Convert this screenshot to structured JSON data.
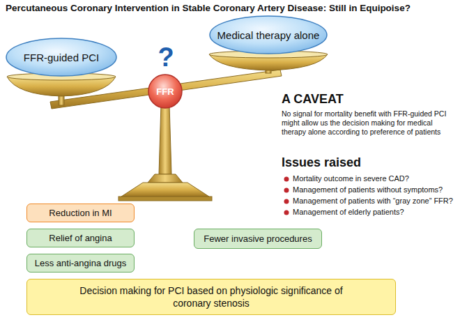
{
  "diagram": {
    "title": "Percutaneous Coronary Intervention in Stable Coronary Artery Disease: Still in Equipoise?",
    "nodes": [
      {
        "text": [
          "FFR-guided PCI"
        ]
      },
      {
        "text": [
          "Medical therapy alone"
        ]
      },
      {
        "text": [
          "FFR"
        ]
      },
      {
        "text": [
          "Reduction in MI"
        ]
      },
      {
        "text": [
          "Relief of angina"
        ]
      },
      {
        "text": [
          "Fewer invasive procedures"
        ]
      },
      {
        "text": [
          "Less anti-angina drugs"
        ]
      },
      {
        "text": [
          "Decision making for PCI based on physiologic significance of coronary stenosis"
        ]
      }
    ],
    "labels": [
      "?",
      "A CAVEAT",
      "No signal for mortality benefit with FFR-guided PCI might allow us the decision making for medical therapy alone according to preference of patients",
      "Issues raised",
      "Mortality outcome in severe CAD?",
      "Management of patients without symptoms?",
      "Management of patients with “gray zone” FFR?",
      "Management of elderly patients?"
    ]
  }
}
